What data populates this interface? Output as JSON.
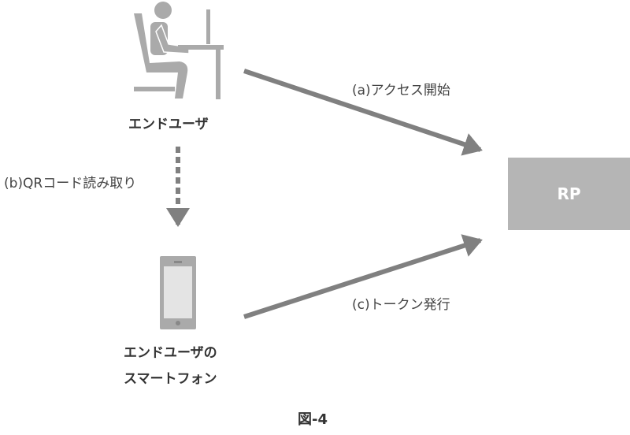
{
  "nodes": {
    "end_user": "エンドユーザ",
    "smartphone_line1": "エンドユーザの",
    "smartphone_line2": "スマートフォン",
    "rp": "RP"
  },
  "edges": {
    "a": "(a)アクセス開始",
    "b": "(b)QRコード読み取り",
    "c": "(c)トークン発行"
  },
  "caption": "図-4",
  "colors": {
    "icon": "#aaaaaa",
    "arrow": "#808080",
    "rp_box": "#b5b5b5"
  }
}
